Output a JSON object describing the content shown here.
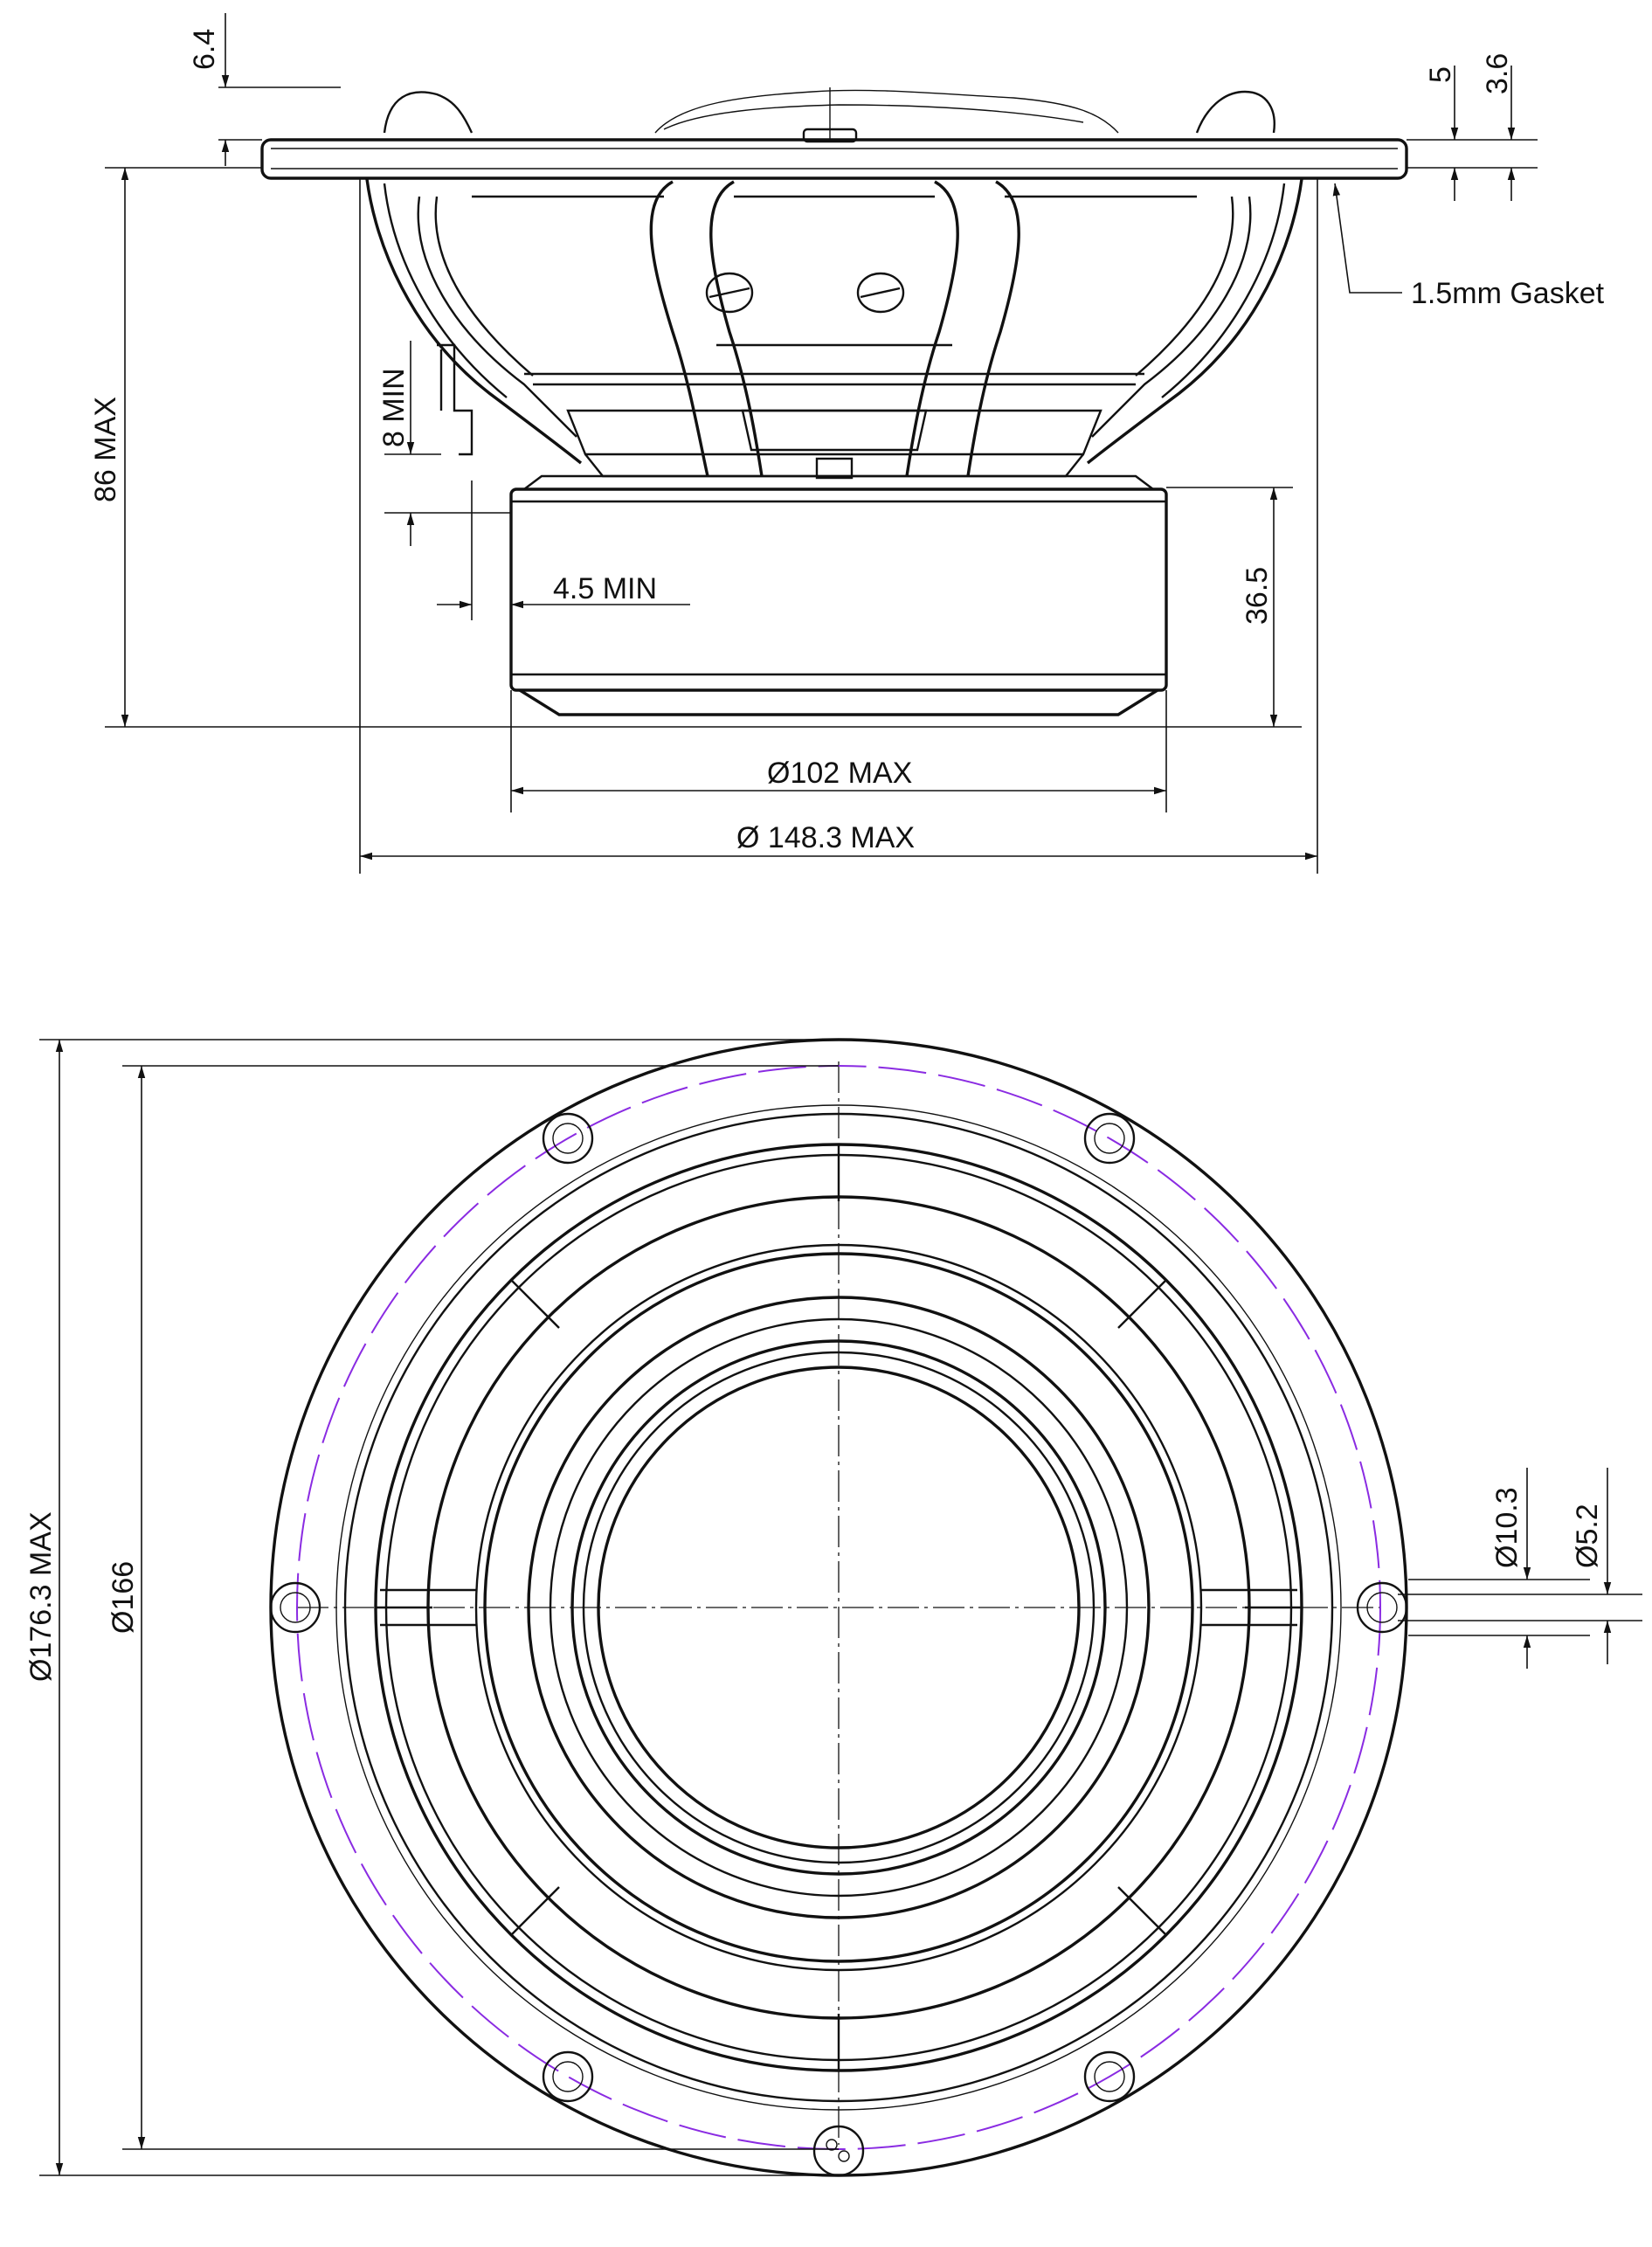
{
  "side_view": {
    "dims": {
      "flange_edge": "6.4",
      "flange_thickness": "5",
      "gasket_offset": "3.6",
      "gasket_note": "1.5mm Gasket",
      "overall_depth": "86 MAX",
      "terminal_clearance": "8 MIN",
      "terminal_offset": "4.5 MIN",
      "motor_height": "36.5",
      "motor_diameter": "Ø102 MAX",
      "frame_diameter": "Ø 148.3 MAX"
    }
  },
  "front_view": {
    "dims": {
      "outer_diameter": "Ø176.3 MAX",
      "bolt_circle": "Ø166",
      "hole_outer": "Ø10.3",
      "hole_inner": "Ø5.2"
    }
  },
  "colors": {
    "line": "#111111",
    "bolt_circle_line": "#8a2be2"
  }
}
